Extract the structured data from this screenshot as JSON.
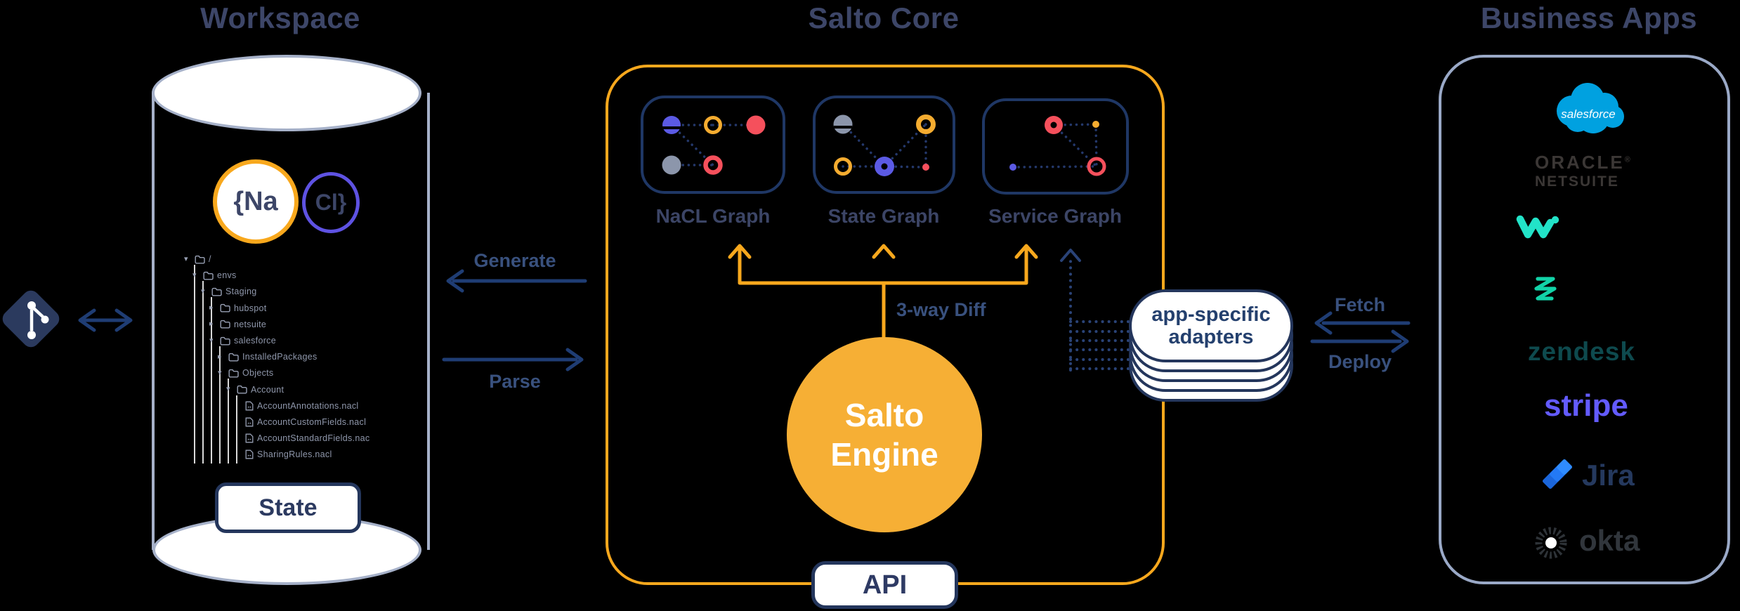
{
  "workspace": {
    "title": "Workspace",
    "nacl_left": "{Na",
    "nacl_right": "Cl}",
    "state_label": "State",
    "tree": [
      {
        "label": "/",
        "type": "folder",
        "level": 0,
        "expanded": true
      },
      {
        "label": "envs",
        "type": "folder",
        "level": 1,
        "expanded": true
      },
      {
        "label": "Staging",
        "type": "folder",
        "level": 2,
        "expanded": true
      },
      {
        "label": "hubspot",
        "type": "folder",
        "level": 3,
        "expanded": false
      },
      {
        "label": "netsuite",
        "type": "folder",
        "level": 3,
        "expanded": false
      },
      {
        "label": "salesforce",
        "type": "folder",
        "level": 3,
        "expanded": true
      },
      {
        "label": "InstalledPackages",
        "type": "folder",
        "level": 4,
        "expanded": false
      },
      {
        "label": "Objects",
        "type": "folder",
        "level": 4,
        "expanded": true
      },
      {
        "label": "Account",
        "type": "folder",
        "level": 5,
        "expanded": true
      },
      {
        "label": "AccountAnnotations.nacl",
        "type": "file",
        "level": 6,
        "expanded": false
      },
      {
        "label": "AccountCustomFields.nacl",
        "type": "file",
        "level": 6,
        "expanded": false
      },
      {
        "label": "AccountStandardFields.nac",
        "type": "file",
        "level": 6,
        "expanded": false
      },
      {
        "label": "SharingRules.nacl",
        "type": "file",
        "level": 6,
        "expanded": false
      }
    ]
  },
  "flows": {
    "generate": "Generate",
    "parse": "Parse",
    "three_way_diff": "3-way Diff",
    "fetch": "Fetch",
    "deploy": "Deploy"
  },
  "salto_core": {
    "title": "Salto Core",
    "graph_labels": [
      "NaCL Graph",
      "State Graph",
      "Service Graph"
    ],
    "engine_line1": "Salto",
    "engine_line2": "Engine",
    "adapters_line1": "app-specific",
    "adapters_line2": "adapters",
    "api_label": "API"
  },
  "business_apps": {
    "title": "Business Apps",
    "salesforce_wordmark": "salesforce",
    "oracle_line1": "ORACLE",
    "oracle_reg": "®",
    "oracle_line2": "NETSUITE",
    "zendesk_wordmark": "zendesk",
    "stripe_wordmark": "stripe",
    "jira_wordmark": "Jira",
    "okta_wordmark": "okta",
    "icon_only_apps": [
      "Workato",
      "Zuora"
    ]
  },
  "colors": {
    "background": "#000000",
    "navy_heading": "#3D4668",
    "flow_label_blue": "#39517E",
    "arrow_navy": "#1F3D74",
    "accent_orange": "#F8A81D",
    "engine_orange": "#F6AF35",
    "node_red": "#F5505C",
    "node_purple": "#5B5AE4",
    "node_yellow": "#F5AC30",
    "node_gray": "#8C96AB",
    "card_border_navy": "#1F3765",
    "pill_border_navy": "#24365C",
    "cylinder_border": "#A6B1C9",
    "business_box_border": "#9AA9C7",
    "tree_text_gray": "#8F97AB",
    "salesforce_blue": "#00A1E0",
    "workato_teal": "#22E3C8",
    "zuora_teal": "#12D3A8",
    "zendesk_dark_teal": "#0E4A4E",
    "stripe_purple": "#635BFF",
    "jira_blue": "#2684FF",
    "jira_text_navy": "#25395E",
    "okta_charcoal": "#2E3338",
    "dotted_line_navy": "#2A4377"
  }
}
